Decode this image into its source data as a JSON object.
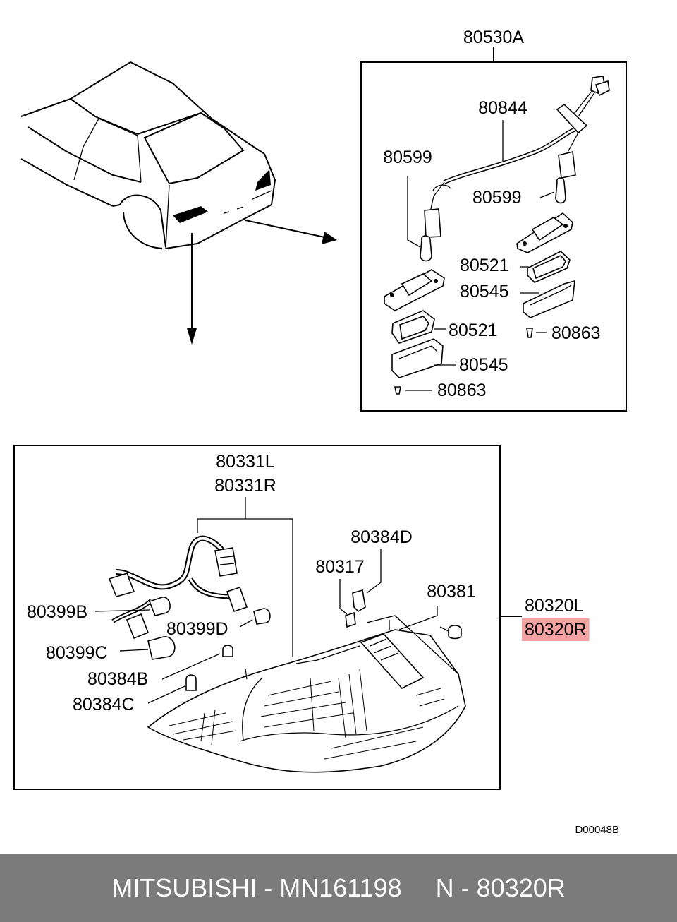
{
  "labels": {
    "l80530a": "80530A",
    "l80844": "80844",
    "l80599a": "80599",
    "l80599b": "80599",
    "l80521a": "80521",
    "l80545a": "80545",
    "l80521b": "80521",
    "l80863a": "80863",
    "l80545b": "80545",
    "l80863b": "80863",
    "l80331l": "80331L",
    "l80331r": "80331R",
    "l80384d": "80384D",
    "l80317": "80317",
    "l80381": "80381",
    "l80320l": "80320L",
    "l80320r": "80320R",
    "l80399b": "80399B",
    "l80399d": "80399D",
    "l80399c": "80399C",
    "l80384b": "80384B",
    "l80384c": "80384C"
  },
  "diagram_code": "D00048B",
  "highlight_color": "#f4a3a3",
  "footer": {
    "brand_part": "MITSUBISHI - MN161198",
    "ref": "N - 80320R",
    "background": "#7b7b7b"
  }
}
